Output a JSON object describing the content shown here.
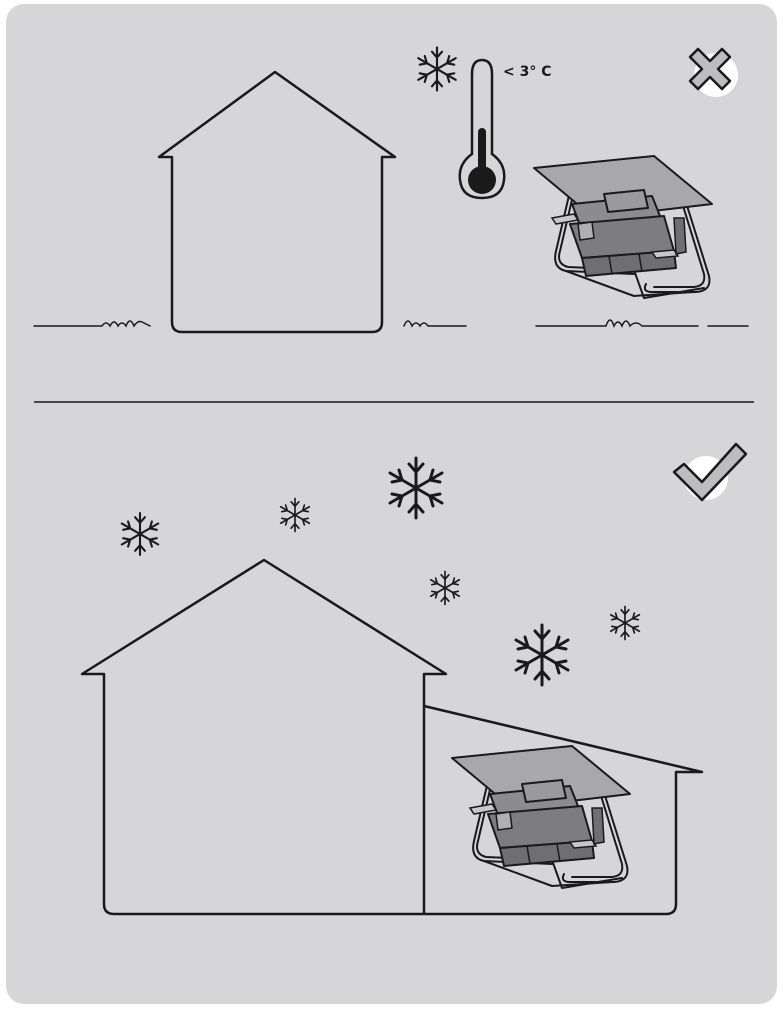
{
  "panel_top": {
    "temperature_label": "< 3° C",
    "indicator": "wrong",
    "icons": [
      "snowflake-icon",
      "thermometer-icon",
      "cross-icon"
    ]
  },
  "panel_bottom": {
    "indicator": "correct",
    "icons": [
      "checkmark-icon",
      "snowflake-icon"
    ]
  },
  "colors": {
    "background": "#d6d6d8",
    "line": "#1a1a1a",
    "swing_body": "#7d7d80",
    "canopy": "#a8a8ab"
  }
}
